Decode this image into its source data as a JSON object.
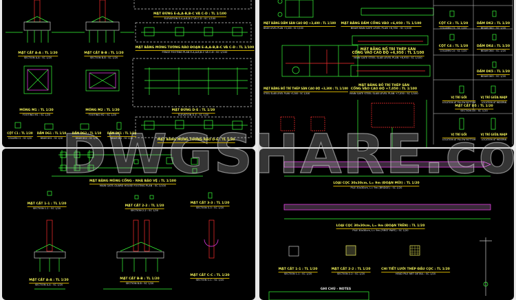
{
  "watermark": "DWGSHARE.com",
  "colors": {
    "background": "#000000",
    "lines": "#39ff39",
    "rebar": "#ff3030",
    "stirrups": "#ff40ff",
    "titles": "#f2f25a",
    "frame": "#e9e9e9"
  },
  "sheet_top_left": {
    "elev_ea": {
      "title": "MẶT ĐỨNG E-A,A-B,B-C VÀ C-D : TL 1/100",
      "sub": "ELEVATION E-A,A-B,B-C VÀ C-D : SC 1/100"
    },
    "fence_plan": {
      "title": "MẶT BẰNG MÓNG TƯỜNG RÀO ĐOẠN E-A,A-B,B-C VÀ C-D : TL 1/100",
      "sub": "FENCE FOOTING PLAN E-A,A-B,B-C VÀ C-D : SC 1/100"
    },
    "sec_aa": {
      "title": "MẶT CẮT A-A : TL 1/20",
      "sub": "SECTION A-A : SC 1/20"
    },
    "sec_bb": {
      "title": "MẶT CẮT B-B : TL 1/20",
      "sub": "SECTION B-B : SC 1/20"
    },
    "m1": {
      "title": "MÓNG M1 : TL 1/20",
      "sub": "FOOTING M1 : SC 1/20"
    },
    "m2": {
      "title": "MÓNG M2 : TL 1/20",
      "sub": "FOOTING M2 : SC 1/20"
    },
    "elev_de": {
      "title": "MẶT ĐỨNG D-E : TL 1/20",
      "sub": "ELEVATION D-E : SC 1/20"
    },
    "c1": {
      "title": "CỘT C1 : TL 1/20",
      "sub": "COLUMN C1 : SC 1/20"
    },
    "dg1": {
      "title": "DẦM DG1 : TL 1/10",
      "sub": "BEAM DG1 : SC 1/10"
    },
    "dg2": {
      "title": "DẦM DG2 : TL 1/10",
      "sub": "BEAM DG2 : SC 1/10"
    },
    "dk1": {
      "title": "DẦM DK1 : TL 1/10",
      "sub": "BEAM DK1 : SC 1/10"
    },
    "fence_de": {
      "title": "MẶT BẰNG MÓNG TƯỜNG RÀO D-E : TL 1/20"
    }
  },
  "sheet_top_right": {
    "beam_3400": {
      "title": "MẶT BẰNG DẦM SÀN CAO ĐỘ +3,400 : TL 1/100",
      "sub": "BEAM LEVEL PLAN +3,400 : SC 1/100"
    },
    "beam_6950": {
      "title": "MẶT BẰNG DẦM CỔNG VÀO +6,950 : TL 1/100",
      "sub": "BEAM MAIN GATE LEVEL PLAN +6,950 : SC 1/100"
    },
    "steel_6950": {
      "title1": "MẶT BẰNG BỐ TRÍ THÉP SÀN",
      "title2": "CỔNG VÀO CAO ĐỘ +6,950 : TL 1/100",
      "sub": "MAIN GATE STEEL SLAB LEVEL PLAN +6,950 : SC 1/100"
    },
    "steel_3300": {
      "title": "MẶT BẰNG BỐ TRÍ THÉP SÀN CAO ĐỘ +3,300 : TL 1/100",
      "sub": "STEEL SLAB LEVEL PLAN +3,300 : SC 1/100"
    },
    "steel_7050": {
      "title1": "MẶT BẰNG BỐ TRÍ THÉP SÀN",
      "title2": "CỔNG VÀO CAO ĐỘ +7,050 : TL 1/100",
      "sub": "MAIN GATE STEEL SLAB LEVEL PLAN +7,050 : SC 1/100"
    },
    "table": [
      {
        "title": "CỘT C3 : TL 1/20",
        "sub": "COLUMN C3 : SC 1/20"
      },
      {
        "title": "DẦM DK2 : TL 1/20",
        "sub": "BEAM DK2 : SC 1/20"
      },
      {
        "title": "CỘT C4 : TL 1/20",
        "sub": "COLUMN C4 : SC 1/20"
      },
      {
        "title": "DẦM DK4 : TL 1/20",
        "sub": "BEAM DK4 : SC 1/20"
      },
      {
        "title": "DẦM DK5 : TL 1/20",
        "sub": "BEAM DK5 : SC 1/20"
      },
      {
        "title": "VỊ TRÍ GỐI",
        "sub": "LOCATION AT PILLOW BOTTOM"
      },
      {
        "title": "VỊ TRÍ GIỮA NHỊP",
        "sub": "LOCATION AT MIDSPAN"
      },
      {
        "title": "MẶT CẮT D5 : TL 1/20",
        "sub": "SECTION D5 : SC 1/20"
      },
      {
        "title": "VỊ TRÍ GỐI",
        "sub": "LOCATION AT PILLOW BOTTOM"
      },
      {
        "title": "VỊ TRÍ GIỮA NHỊP",
        "sub": "LOCATION AT MIDSPAN"
      }
    ]
  },
  "sheet_bottom_left": {
    "footing_plan": {
      "title": "MẶT BẰNG MÓNG CỔNG - NHÀ BẢO VỆ : TL 1/100",
      "sub": "MAIN GATE-GUARD HOUSE FOOTING PLAN : SC 1/100"
    },
    "s11": {
      "title": "MẶT CẮT 1-1 : TL 1/20",
      "sub": "SECTION 1-1 : SC 1/20"
    },
    "s22": {
      "title": "MẶT CẮT 2-2 : TL 1/20",
      "sub": "SECTION 2-2 : SC 1/20"
    },
    "s33": {
      "title": "MẶT CẮT 3-3 : TL 1/20",
      "sub": "SECTION 3-3 : SC 1/20"
    },
    "saa": {
      "title": "MẶT CẮT A-A : TL 1/20",
      "sub": "SECTION A-A : SC 1/20"
    },
    "sbb": {
      "title": "MẶT CẮT B-B : TL 1/20",
      "sub": "SECTION B-B : SC 1/20"
    },
    "scc": {
      "title": "MẶT CẮT C-C : TL 1/20",
      "sub": "SECTION C-C : SC 1/20"
    }
  },
  "sheet_bottom_right": {
    "pile_tip": {
      "title": "LOẠI CỌC 30x30cm, L= 9m (ĐOẠN MŨI) : TL 1/20",
      "sub": "PILE 30x30cm, L= 9m (BRIDGE) : SC 1/20"
    },
    "pile_top": {
      "title": "LOẠI CỌC 30x30cm, L= 9m (ĐOẠN TRÊN) : TL 1/20",
      "sub": "PILE 30x30cm, L= 9m (FIRST PART) : SC 1/20"
    },
    "s11": {
      "title": "MẶT CẮT 1-1 : TL 1/20",
      "sub": "SECTION 1-1 : SC 1/20"
    },
    "s22": {
      "title": "MẶT CẮT 2-2 : TL 1/20",
      "sub": "SECTION 2-2 : SC 1/20"
    },
    "mesh": {
      "title": "CHI TIẾT LƯỚI THÉP ĐẦU CỌC : TL 1/20",
      "sub": "HEAD PILE NET DETAIL : SC 1/20"
    },
    "notes": {
      "title": "GHI CHÚ - NOTES"
    }
  }
}
